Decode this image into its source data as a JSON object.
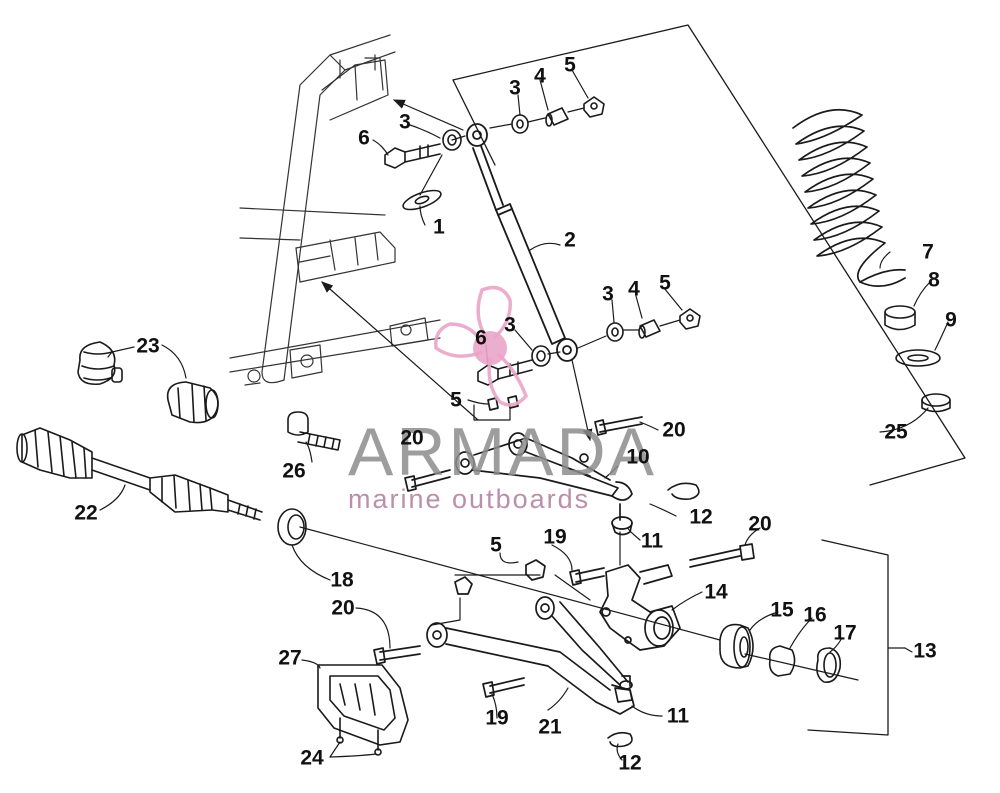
{
  "watermark": {
    "brand": "ARMADA",
    "tagline": "marine outboards",
    "logo_color": "#e9a5c9"
  },
  "diagram": {
    "callouts": [
      {
        "id": "c1",
        "label": "1"
      },
      {
        "id": "c2",
        "label": "2"
      },
      {
        "id": "c3a",
        "label": "3"
      },
      {
        "id": "c3b",
        "label": "3"
      },
      {
        "id": "c3c",
        "label": "3"
      },
      {
        "id": "c3d",
        "label": "3"
      },
      {
        "id": "c4a",
        "label": "4"
      },
      {
        "id": "c4b",
        "label": "4"
      },
      {
        "id": "c5a",
        "label": "5"
      },
      {
        "id": "c5b",
        "label": "5"
      },
      {
        "id": "c5c",
        "label": "5"
      },
      {
        "id": "c5d",
        "label": "5"
      },
      {
        "id": "c6a",
        "label": "6"
      },
      {
        "id": "c6b",
        "label": "6"
      },
      {
        "id": "c7",
        "label": "7"
      },
      {
        "id": "c8",
        "label": "8"
      },
      {
        "id": "c9",
        "label": "9"
      },
      {
        "id": "c10",
        "label": "10"
      },
      {
        "id": "c11a",
        "label": "11"
      },
      {
        "id": "c11b",
        "label": "11"
      },
      {
        "id": "c12a",
        "label": "12"
      },
      {
        "id": "c12b",
        "label": "12"
      },
      {
        "id": "c13",
        "label": "13"
      },
      {
        "id": "c14",
        "label": "14"
      },
      {
        "id": "c15",
        "label": "15"
      },
      {
        "id": "c16",
        "label": "16"
      },
      {
        "id": "c17",
        "label": "17"
      },
      {
        "id": "c18",
        "label": "18"
      },
      {
        "id": "c19a",
        "label": "19"
      },
      {
        "id": "c19b",
        "label": "19"
      },
      {
        "id": "c20a",
        "label": "20"
      },
      {
        "id": "c20b",
        "label": "20"
      },
      {
        "id": "c20c",
        "label": "20"
      },
      {
        "id": "c20d",
        "label": "20"
      },
      {
        "id": "c21",
        "label": "21"
      },
      {
        "id": "c22",
        "label": "22"
      },
      {
        "id": "c23",
        "label": "23"
      },
      {
        "id": "c24",
        "label": "24"
      },
      {
        "id": "c25",
        "label": "25"
      },
      {
        "id": "c26",
        "label": "26"
      },
      {
        "id": "c27",
        "label": "27"
      }
    ]
  }
}
